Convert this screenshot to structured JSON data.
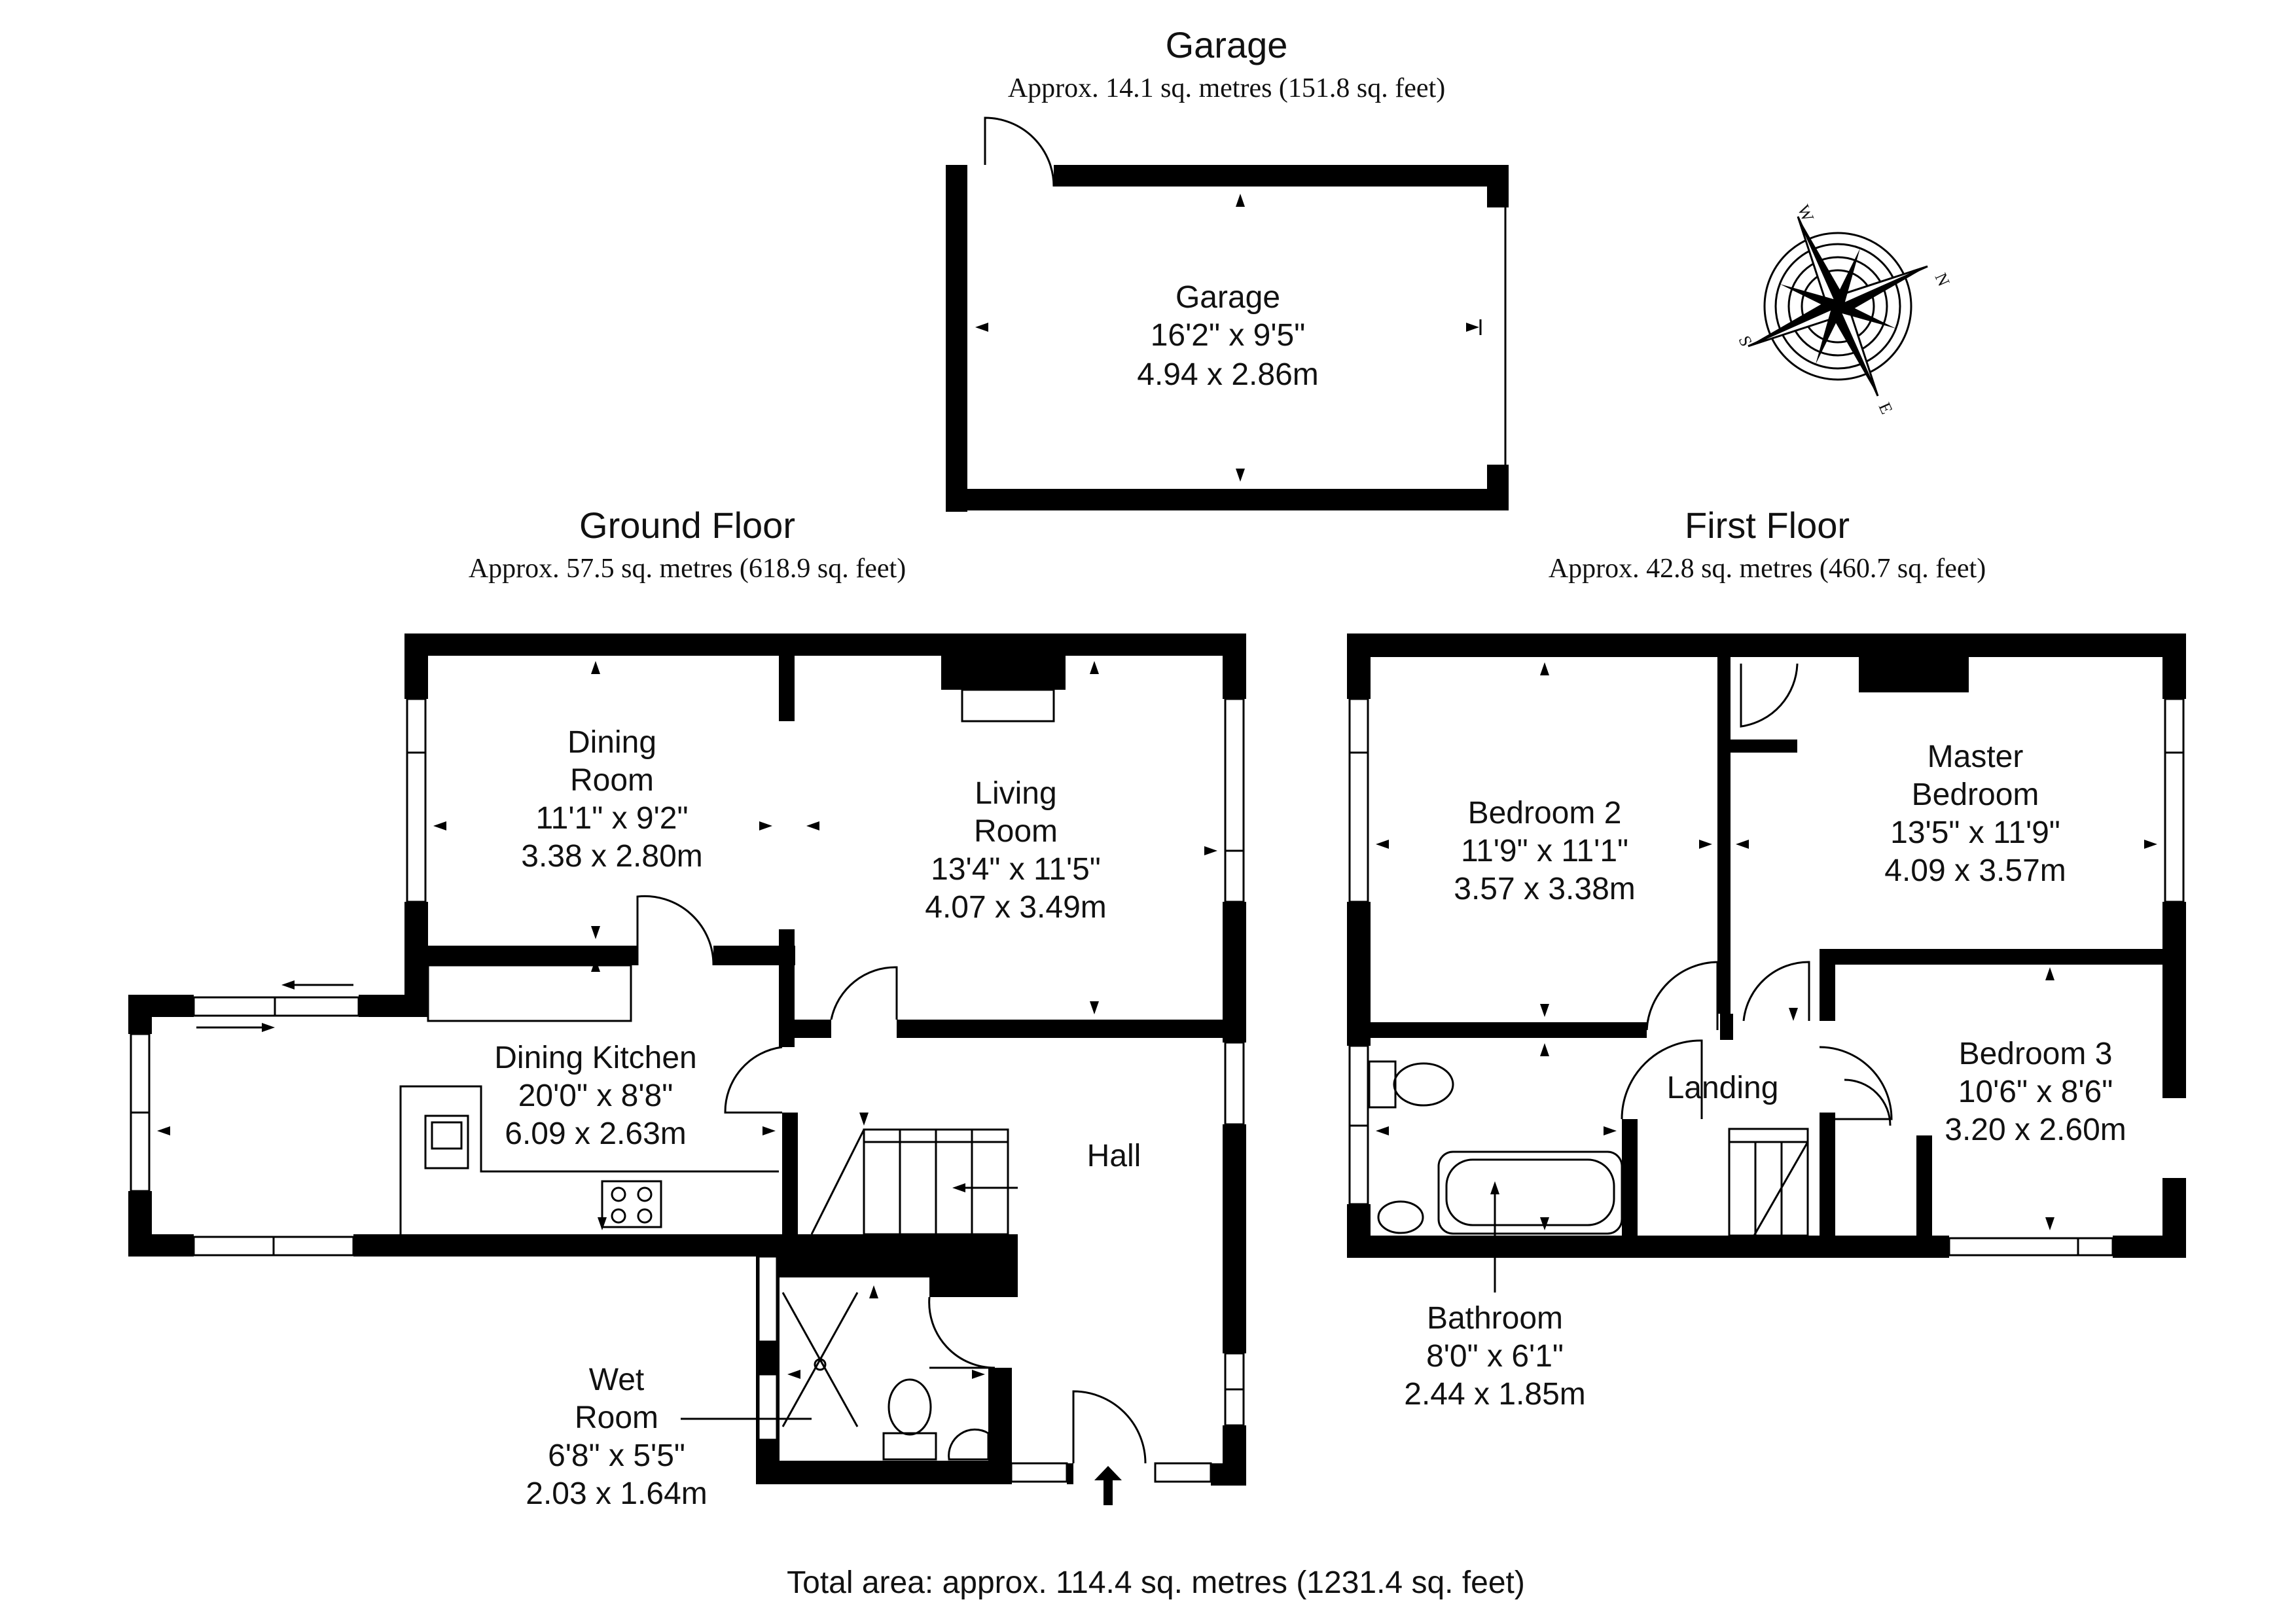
{
  "garage": {
    "title": "Garage",
    "area": "Approx. 14.1 sq. metres (151.8 sq. feet)",
    "room": {
      "name": "Garage",
      "imperial": "16'2\" x 9'5\"",
      "metric": "4.94 x 2.86m"
    }
  },
  "ground_floor": {
    "title": "Ground Floor",
    "area": "Approx. 57.5 sq. metres (618.9 sq. feet)",
    "rooms": {
      "dining_room": {
        "name_1": "Dining",
        "name_2": "Room",
        "imperial": "11'1\" x 9'2\"",
        "metric": "3.38 x 2.80m"
      },
      "living_room": {
        "name_1": "Living",
        "name_2": "Room",
        "imperial": "13'4\" x 11'5\"",
        "metric": "4.07 x 3.49m"
      },
      "dining_kitchen": {
        "name": "Dining Kitchen",
        "imperial": "20'0\" x 8'8\"",
        "metric": "6.09 x 2.63m"
      },
      "hall": {
        "name": "Hall"
      },
      "wet_room": {
        "name_1": "Wet",
        "name_2": "Room",
        "imperial": "6'8\" x 5'5\"",
        "metric": "2.03 x 1.64m"
      }
    }
  },
  "first_floor": {
    "title": "First Floor",
    "area": "Approx. 42.8 sq. metres (460.7 sq. feet)",
    "rooms": {
      "bedroom_2": {
        "name": "Bedroom 2",
        "imperial": "11'9\" x 11'1\"",
        "metric": "3.57 x 3.38m"
      },
      "master_bedroom": {
        "name_1": "Master",
        "name_2": "Bedroom",
        "imperial": "13'5\" x 11'9\"",
        "metric": "4.09 x 3.57m"
      },
      "landing": {
        "name": "Landing"
      },
      "bedroom_3": {
        "name": "Bedroom 3",
        "imperial": "10'6\" x 8'6\"",
        "metric": "3.20 x 2.60m"
      },
      "bathroom": {
        "name": "Bathroom",
        "imperial": "8'0\" x 6'1\"",
        "metric": "2.44 x 1.85m"
      }
    }
  },
  "compass": {
    "labels": [
      "N",
      "E",
      "S",
      "W"
    ]
  },
  "total_area": "Total area: approx. 114.4 sq. metres (1231.4 sq. feet)"
}
